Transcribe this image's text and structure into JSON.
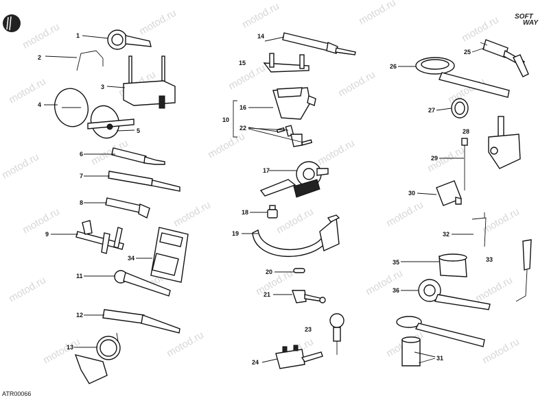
{
  "watermark": "motod.ru",
  "brand": {
    "line1": "SOFT",
    "line2": "WAY"
  },
  "drawing_code": "ATR00066",
  "labels": [
    "1",
    "2",
    "3",
    "4",
    "5",
    "6",
    "7",
    "8",
    "9",
    "10",
    "11",
    "12",
    "13",
    "14",
    "15",
    "16",
    "17",
    "18",
    "19",
    "20",
    "21",
    "22",
    "23",
    "24",
    "25",
    "26",
    "27",
    "28",
    "29",
    "30",
    "31",
    "32",
    "33",
    "34",
    "35",
    "36"
  ]
}
